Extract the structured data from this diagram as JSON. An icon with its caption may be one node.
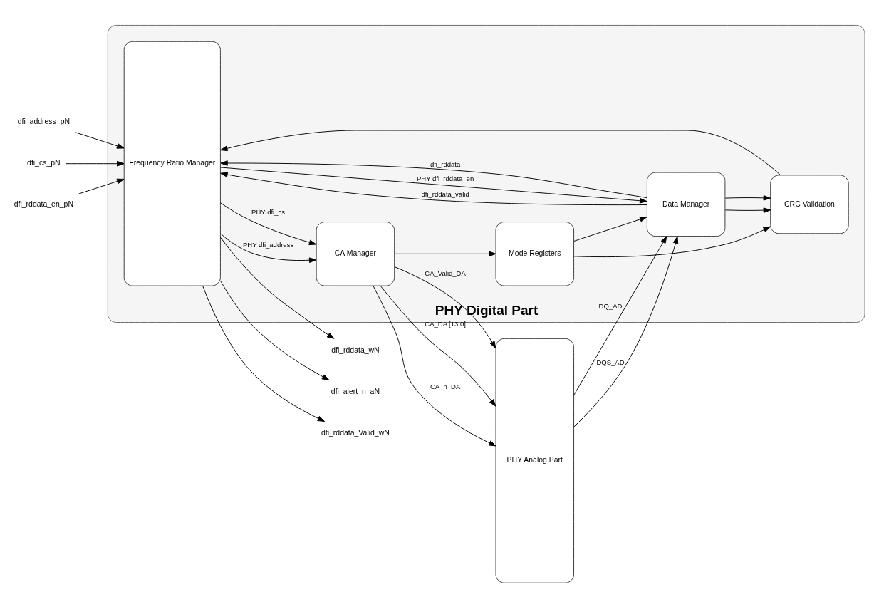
{
  "diagram": {
    "nodes": [
      {
        "text": [
          "PHY Digital Part"
        ]
      },
      {
        "text": [
          "Frequency Ratio Manager"
        ],
        "in": 0
      },
      {
        "text": [
          "CA Manager"
        ],
        "in": 0
      },
      {
        "text": [
          "CRC Validation"
        ],
        "in": 0
      },
      {
        "text": [
          "Mode Registers"
        ],
        "in": 0
      },
      {
        "text": [
          "Data Manager"
        ],
        "in": 0
      },
      {
        "text": [
          "PHY Analog Part"
        ]
      },
      {
        "text": [
          "dfi_address_pN"
        ]
      },
      {
        "text": [
          "dfi_cs_pN"
        ]
      },
      {
        "text": [
          "dfi_rddata_en_pN"
        ]
      },
      {
        "text": [
          "dfi_rddata_wN"
        ]
      },
      {
        "text": [
          "dfi_alert_n_aN"
        ]
      },
      {
        "text": [
          "dfi_rddata_Valid_wN"
        ]
      }
    ],
    "edges": [
      {
        "from": 7,
        "to": 1,
        "arrow": "to"
      },
      {
        "from": 8,
        "to": 1,
        "arrow": "to"
      },
      {
        "from": 9,
        "to": 1,
        "arrow": "to"
      },
      {
        "from": 1,
        "to": 2,
        "arrow": "to",
        "label": "PHY dfi_address"
      },
      {
        "from": 1,
        "to": 2,
        "arrow": "to",
        "label": "PHY dfi_cs"
      },
      {
        "from": 2,
        "to": 6,
        "arrow": "to",
        "label": "CA_Valid_DA"
      },
      {
        "from": 2,
        "to": 6,
        "arrow": "to",
        "label": "CA_DA [13:0]"
      },
      {
        "from": 2,
        "to": 6,
        "arrow": "to",
        "label": "CA_n_DA"
      },
      {
        "from": 2,
        "to": 4,
        "arrow": "to"
      },
      {
        "from": 4,
        "to": 3,
        "arrow": "to"
      },
      {
        "from": 3,
        "to": 1,
        "arrow": "to"
      },
      {
        "from": 4,
        "to": 5,
        "arrow": "to"
      },
      {
        "from": 1,
        "to": 5,
        "arrow": "to",
        "label": "PHY dfi_rddata_en"
      },
      {
        "from": 5,
        "to": 1,
        "arrow": "to",
        "label": "dfi_rddata"
      },
      {
        "from": 5,
        "to": 3,
        "arrow": "to"
      },
      {
        "from": 5,
        "to": 1,
        "arrow": "to",
        "label": "dfi_rddata_valid"
      },
      {
        "from": 5,
        "to": 3,
        "arrow": "to"
      },
      {
        "from": 6,
        "to": 5,
        "arrow": "to",
        "label": "DQ_AD"
      },
      {
        "from": 6,
        "to": 5,
        "arrow": "to",
        "label": "DQS_AD"
      },
      {
        "from": 1,
        "to": 10,
        "arrow": "to"
      },
      {
        "from": 1,
        "to": 11,
        "arrow": "to"
      },
      {
        "from": 1,
        "to": 12,
        "arrow": "to"
      }
    ]
  }
}
